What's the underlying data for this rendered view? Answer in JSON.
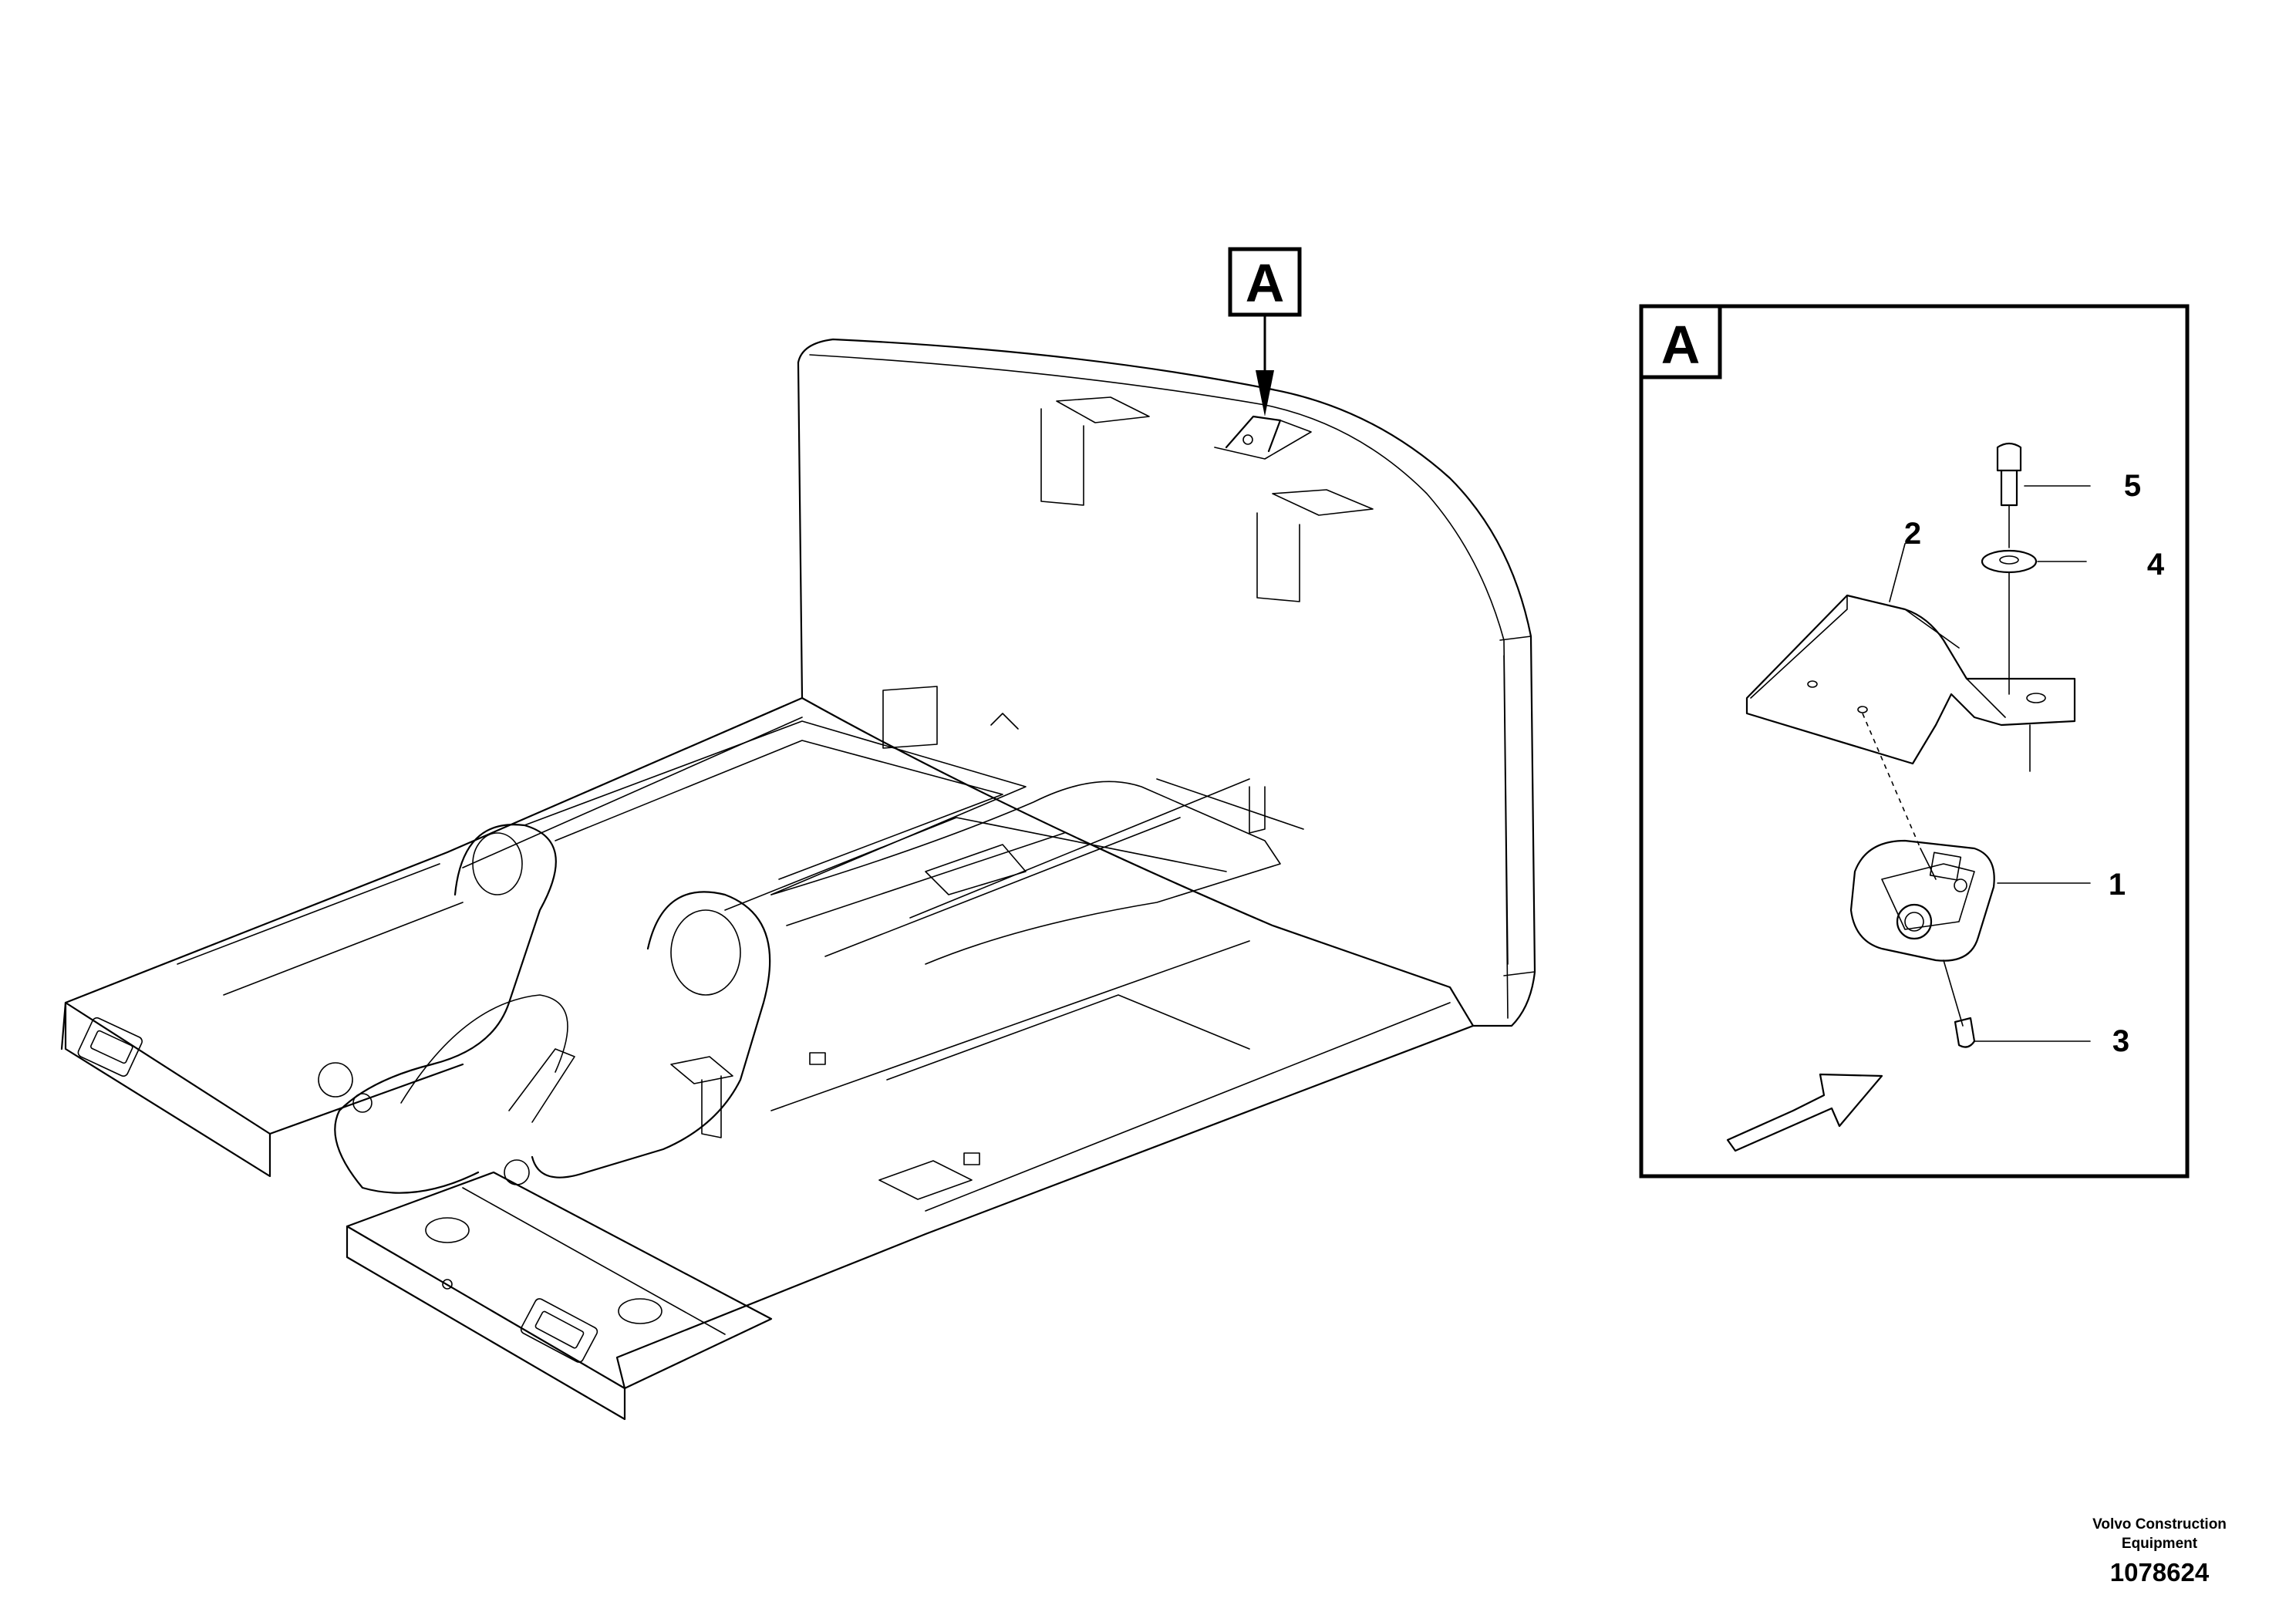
{
  "callout_A": "A",
  "detail": {
    "label": "A",
    "callouts": [
      {
        "id": "callout-1",
        "text": "1"
      },
      {
        "id": "callout-2",
        "text": "2"
      },
      {
        "id": "callout-3",
        "text": "3"
      },
      {
        "id": "callout-4",
        "text": "4"
      },
      {
        "id": "callout-5",
        "text": "5"
      }
    ]
  },
  "footer": {
    "company_line1": "Volvo Construction",
    "company_line2": "Equipment",
    "figure_number": "1078624"
  }
}
